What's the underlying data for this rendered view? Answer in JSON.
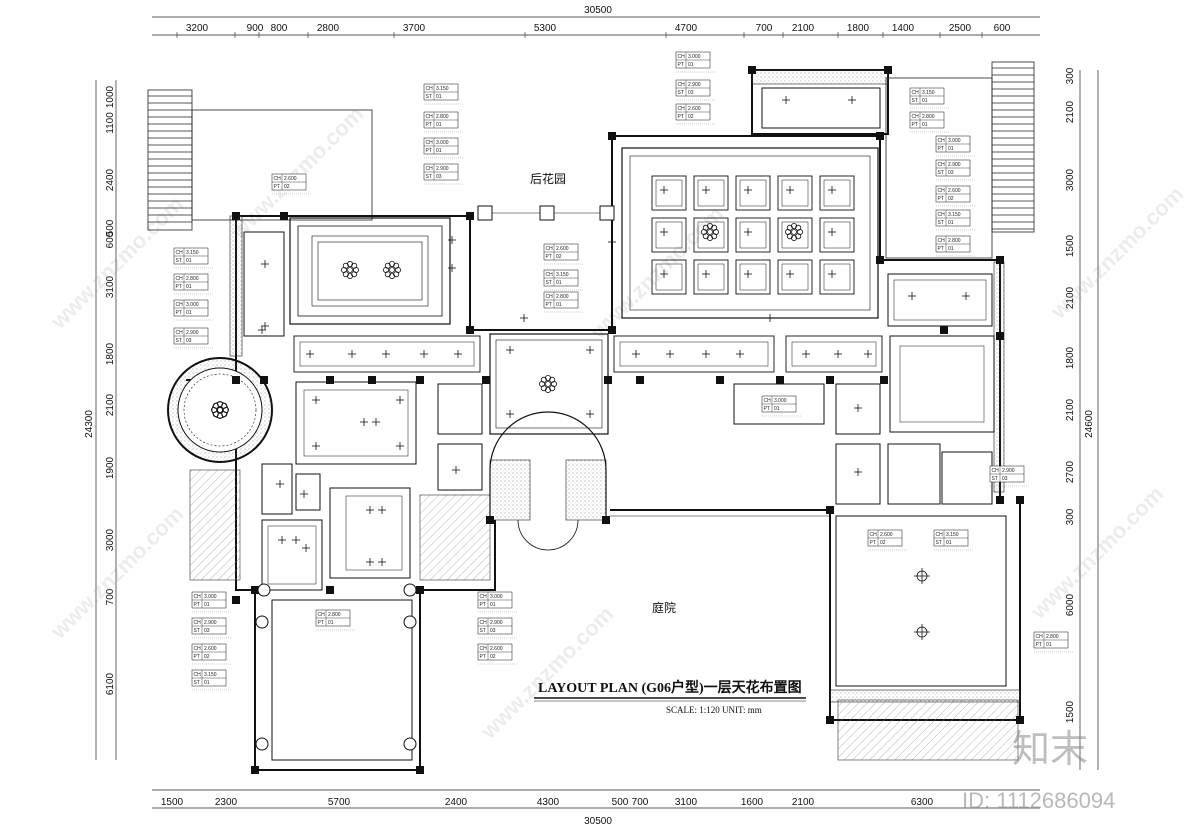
{
  "dimensions": {
    "top_total": "30500",
    "top": [
      "3200",
      "900",
      "800",
      "2800",
      "3700",
      "5300",
      "4700",
      "700",
      "2100",
      "1800",
      "1400",
      "2500",
      "600"
    ],
    "bottom_total": "30500",
    "bottom": [
      "1500",
      "2300",
      "5700",
      "2400",
      "4300",
      "500",
      "700",
      "3100",
      "1600",
      "2100",
      "6300"
    ],
    "left_total": "24300",
    "left": [
      "1000",
      "1100",
      "2400",
      "500",
      "600",
      "3100",
      "1800",
      "2100",
      "1900",
      "3000",
      "700",
      "6100"
    ],
    "right_total": "24600",
    "right": [
      "300",
      "2100",
      "3000",
      "1500",
      "2100",
      "1800",
      "2100",
      "2700",
      "300",
      "6000",
      "1500"
    ]
  },
  "labels": {
    "back_garden": "后花园",
    "courtyard": "庭院"
  },
  "title": {
    "main": "LAYOUT    PLAN  (G06户型)一层天花布置图",
    "scale": "SCALE:  1:120      UNIT:  mm"
  },
  "watermarks": {
    "site": "www.znzmo.com",
    "brand": "知末",
    "id": "ID: 1112686094"
  },
  "ceiling_tags": [
    {
      "code": "CH",
      "val": "3.150"
    },
    {
      "code": "ST",
      "val": "01"
    },
    {
      "code": "CH",
      "val": "2.800"
    },
    {
      "code": "PT",
      "val": "01"
    },
    {
      "code": "CH",
      "val": "3.000"
    },
    {
      "code": "PT",
      "val": "01"
    },
    {
      "code": "CH",
      "val": "2.900"
    },
    {
      "code": "ST",
      "val": "03"
    },
    {
      "code": "CH",
      "val": "2.600"
    },
    {
      "code": "PT",
      "val": "02"
    }
  ]
}
